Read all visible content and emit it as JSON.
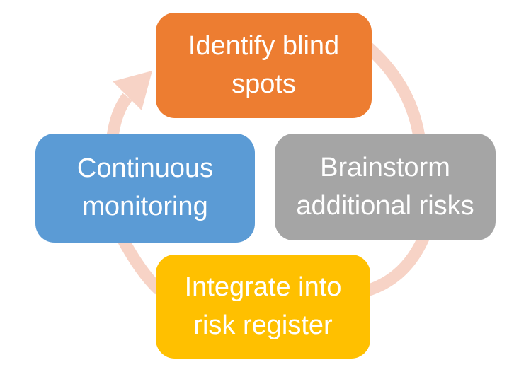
{
  "diagram": {
    "type": "cycle",
    "background_color": "#FFFFFF",
    "arrow_color": "#F7D3C6",
    "text_color": "#FFFFFF",
    "nodes": [
      {
        "id": "top",
        "label": "Identify blind\nspots",
        "color": "#ED7D31"
      },
      {
        "id": "right",
        "label": "Brainstorm\nadditional risks",
        "color": "#A5A5A5"
      },
      {
        "id": "bottom",
        "label": "Integrate into\nrisk register",
        "color": "#FFC000"
      },
      {
        "id": "left",
        "label": "Continuous\nmonitoring",
        "color": "#5B9BD5"
      }
    ],
    "flow_order": [
      "Identify blind spots",
      "Brainstorm additional risks",
      "Integrate into risk register",
      "Continuous monitoring"
    ]
  }
}
